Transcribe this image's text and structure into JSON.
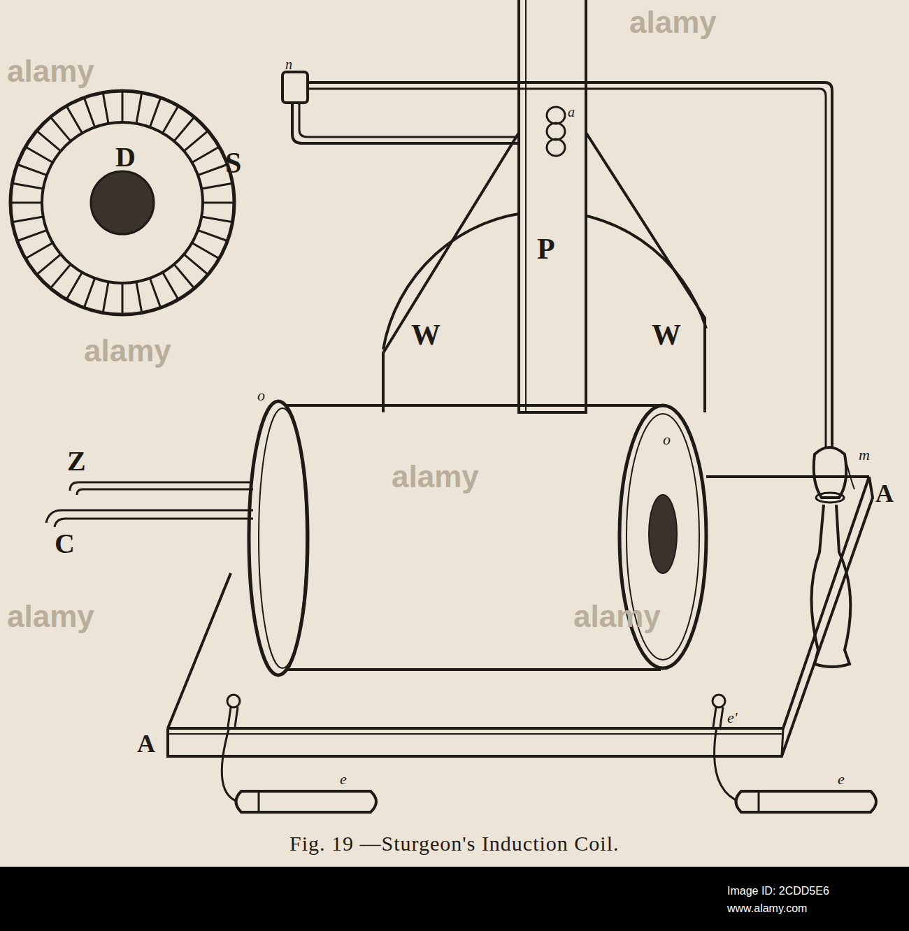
{
  "diagram": {
    "caption": "Fig. 19 —Sturgeon's Induction Coil.",
    "labels": [
      "D",
      "n",
      "a",
      "S",
      "P",
      "W",
      "W",
      "m",
      "o",
      "o",
      "Z",
      "C",
      "A",
      "A",
      "e'",
      "e",
      "e",
      "alamy",
      "alamy",
      "alamy",
      "alamy",
      "alamy",
      "alamy",
      "Image ID: 2CDD5E6",
      "www.alamy.com"
    ]
  }
}
